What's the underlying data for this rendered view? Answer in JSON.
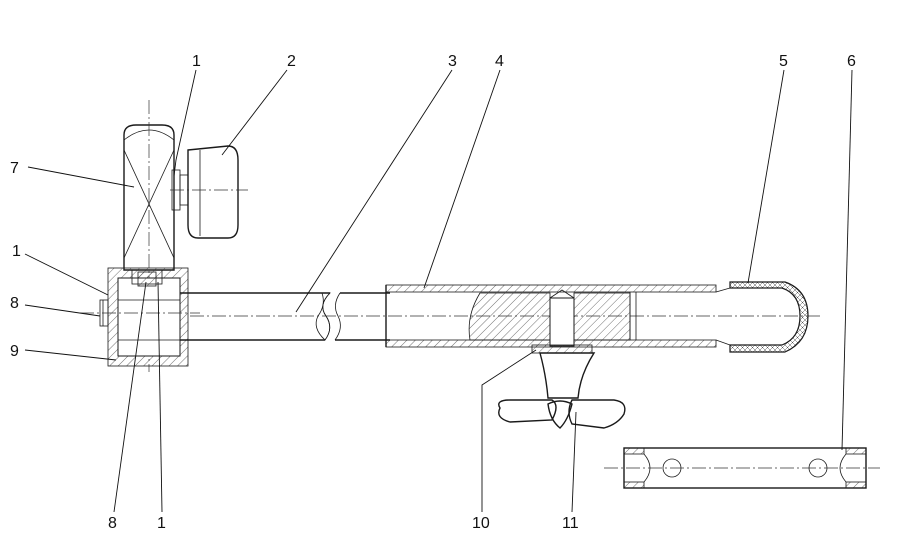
{
  "labels": {
    "l1_top": "1",
    "l2": "2",
    "l3": "3",
    "l4": "4",
    "l5": "5",
    "l6": "6",
    "l7": "7",
    "l1_left": "1",
    "l8_left": "8",
    "l9": "9",
    "l8_bottom": "8",
    "l1_bottom": "1",
    "l10": "10",
    "l11": "11"
  }
}
